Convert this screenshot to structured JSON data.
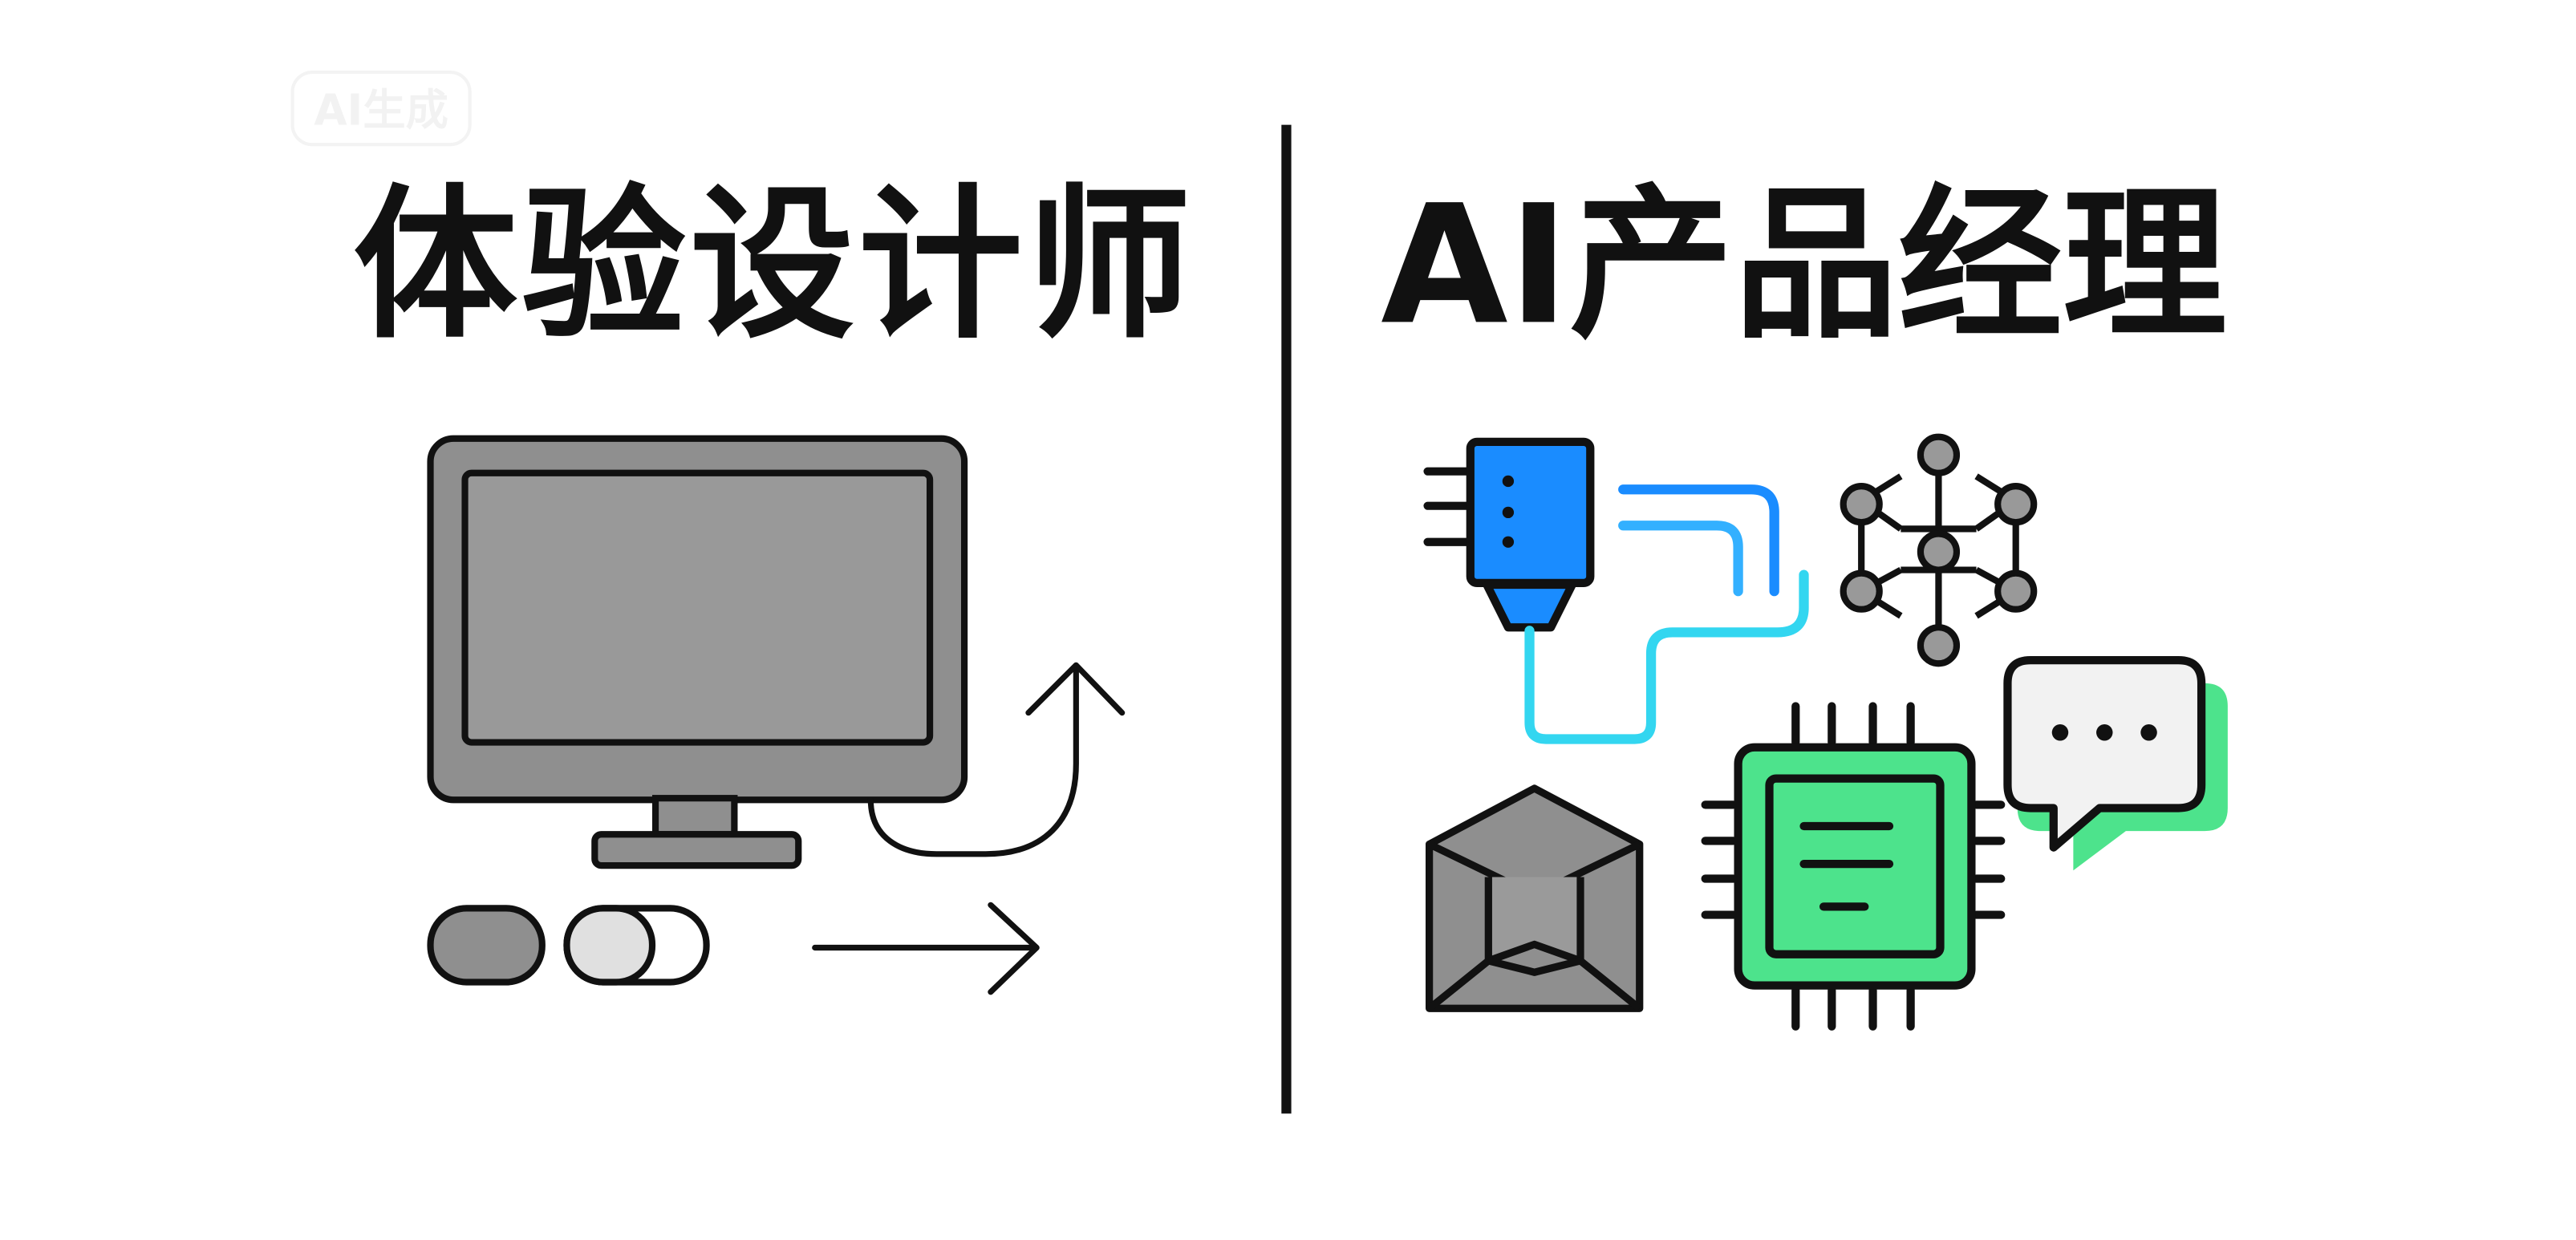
{
  "watermark": "AI生成",
  "left_panel": {
    "title": "体验设计师",
    "icons": [
      "monitor-icon",
      "curved-arrow-icon",
      "toggle-icon",
      "right-arrow-icon"
    ]
  },
  "right_panel": {
    "title": "AI产品经理",
    "icons": [
      "stylus-icon",
      "neural-network-icon",
      "chip-icon",
      "chat-bubble-icon",
      "cube-icon"
    ]
  },
  "colors": {
    "ink": "#111111",
    "gray": "#8f8f8f",
    "blue": "#1a8cff",
    "cyan": "#33d6f0",
    "green": "#4de38c"
  }
}
